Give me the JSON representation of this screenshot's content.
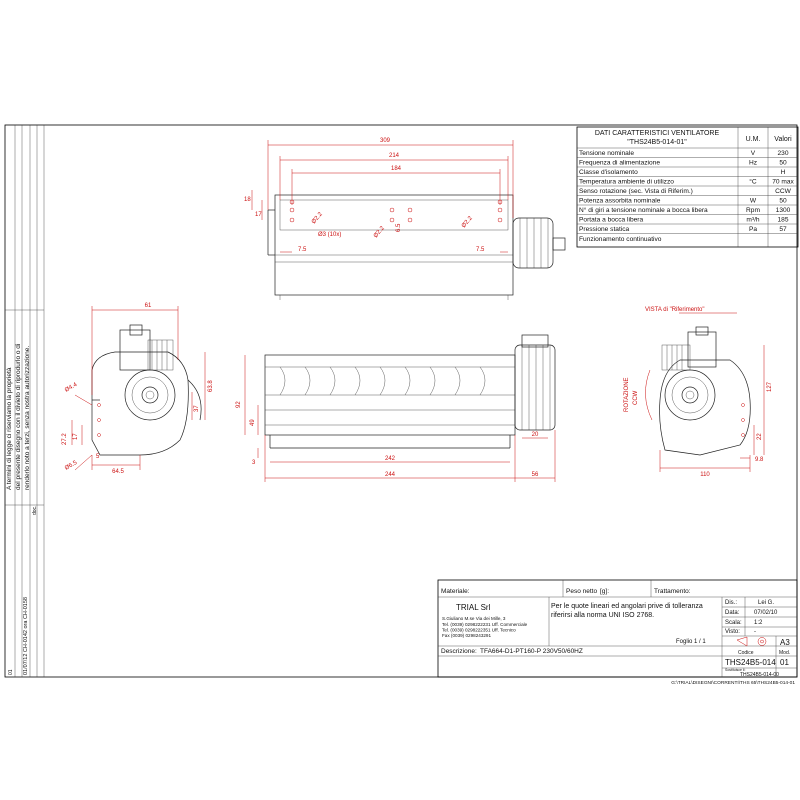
{
  "specs_table": {
    "title_line1": "DATI CARATTERISTICI VENTILATORE",
    "title_line2": "\"THS24B5-014-01\"",
    "col_um": "U.M.",
    "col_values": "Valori",
    "rows": [
      {
        "label": "Tensione  nominale",
        "um": "V",
        "value": "230"
      },
      {
        "label": "Frequenza di alimentazione",
        "um": "Hz",
        "value": "50"
      },
      {
        "label": "Classe d'isolamento",
        "um": "",
        "value": "H"
      },
      {
        "label": "Temperatura ambiente di utilizzo",
        "um": "°C",
        "value": "70 max"
      },
      {
        "label": "Senso rotazione (sec. Vista di Riferim.)",
        "um": "",
        "value": "CCW"
      },
      {
        "label": "Potenza assorbita nominale",
        "um": "W",
        "value": "50"
      },
      {
        "label": "N° di giri a tensione nominale a bocca libera",
        "um": "Rpm",
        "value": "1300"
      },
      {
        "label": "Portata a bocca libera",
        "um": "m³/h",
        "value": "185"
      },
      {
        "label": "Pressione statica",
        "um": "Pa",
        "value": "57"
      },
      {
        "label": "Funzionamento continuativo",
        "um": "",
        "value": ""
      }
    ]
  },
  "top_view_dims": {
    "d309": "309",
    "d214": "214",
    "d184": "184",
    "d18": "18",
    "d17": "17",
    "d7_5a": "7.5",
    "d7_5b": "7.5",
    "d3": "Ø3 (10x)",
    "d6_5": "6.5",
    "d2_2a": "Ø2.2",
    "d2_2b": "Ø2.2",
    "d2_2c": "Ø2.2"
  },
  "side_view_dims": {
    "d61": "61",
    "d63_8": "63.8",
    "d37": "37",
    "d4_4": "Ø4.4",
    "d27_2": "27.2",
    "d17": "17",
    "d6_5": "Ø6.5",
    "d5": "5",
    "d64_5": "64.5"
  },
  "front_view_dims": {
    "d92": "92",
    "d49": "49",
    "d3": "3",
    "d242": "242",
    "d244": "244",
    "d20": "20",
    "d56": "56"
  },
  "reference_view": {
    "title": "VISTA di \"Riferimento\"",
    "rotation_label": "ROTAZIONE",
    "rotation_dir": "CCW",
    "d127": "127",
    "d22": "22",
    "d9_8": "9.8",
    "d110": "110"
  },
  "copyright_note": {
    "line1": "A termini di legge ci riserviamo la proprietà",
    "line2": "del presente disegno con il divieto di riprodurlo o di",
    "line3": "renderlo noto a terzi, senza nostra autorizzazione."
  },
  "revision_strip": {
    "line1": "01",
    "line2": "01/07/12  CH-0142  ora CH-0158",
    "line3": "doc."
  },
  "title_block": {
    "material_label": "Materiale:",
    "weight_label": "Peso netto",
    "weight_unit": "[g]:",
    "treatment_label": "Trattamento:",
    "company_name": "TRIAL Srl",
    "company_address": "S.Giuliano M.se Via dei Mille, 3",
    "company_tel1": "Tel. (0039) 0298222231 Uff. Commerciale",
    "company_tel2": "Tel. (0039) 0298222351 Uff. Tecnico",
    "company_fax": "Fax (0039) 0298243291",
    "tolerance_line1": "Per le quote lineari ed angolari prive di tolleranza",
    "tolerance_line2": "riferirsi alla norma UNI ISO 2768.",
    "dis_label": "Dis.:",
    "dis_value": "Lei G.",
    "data_label": "Data:",
    "data_value": "07/02/10",
    "scala_label": "Scala:",
    "scala_value": "1:2",
    "visto_label": "Visto:",
    "visto_value": "-",
    "format": "A3",
    "foglio": "Foglio  1  /  1",
    "descrizione_label": "Descrizione:",
    "descrizione_value": "TFA664-D1-PT160-P  230V50/60HZ",
    "codice_label": "Codice",
    "codice_value": "THS24B5-014",
    "mod_label": "Mod.",
    "mod_value": "01",
    "sostituisce_label": "Sostituisce il:",
    "sostituisce_value": "THS24B5-014-00",
    "file_path": "G:\\TRIAL\\DISEGNI\\CORRENTI\\THS 65\\THS24B5-014-01"
  }
}
